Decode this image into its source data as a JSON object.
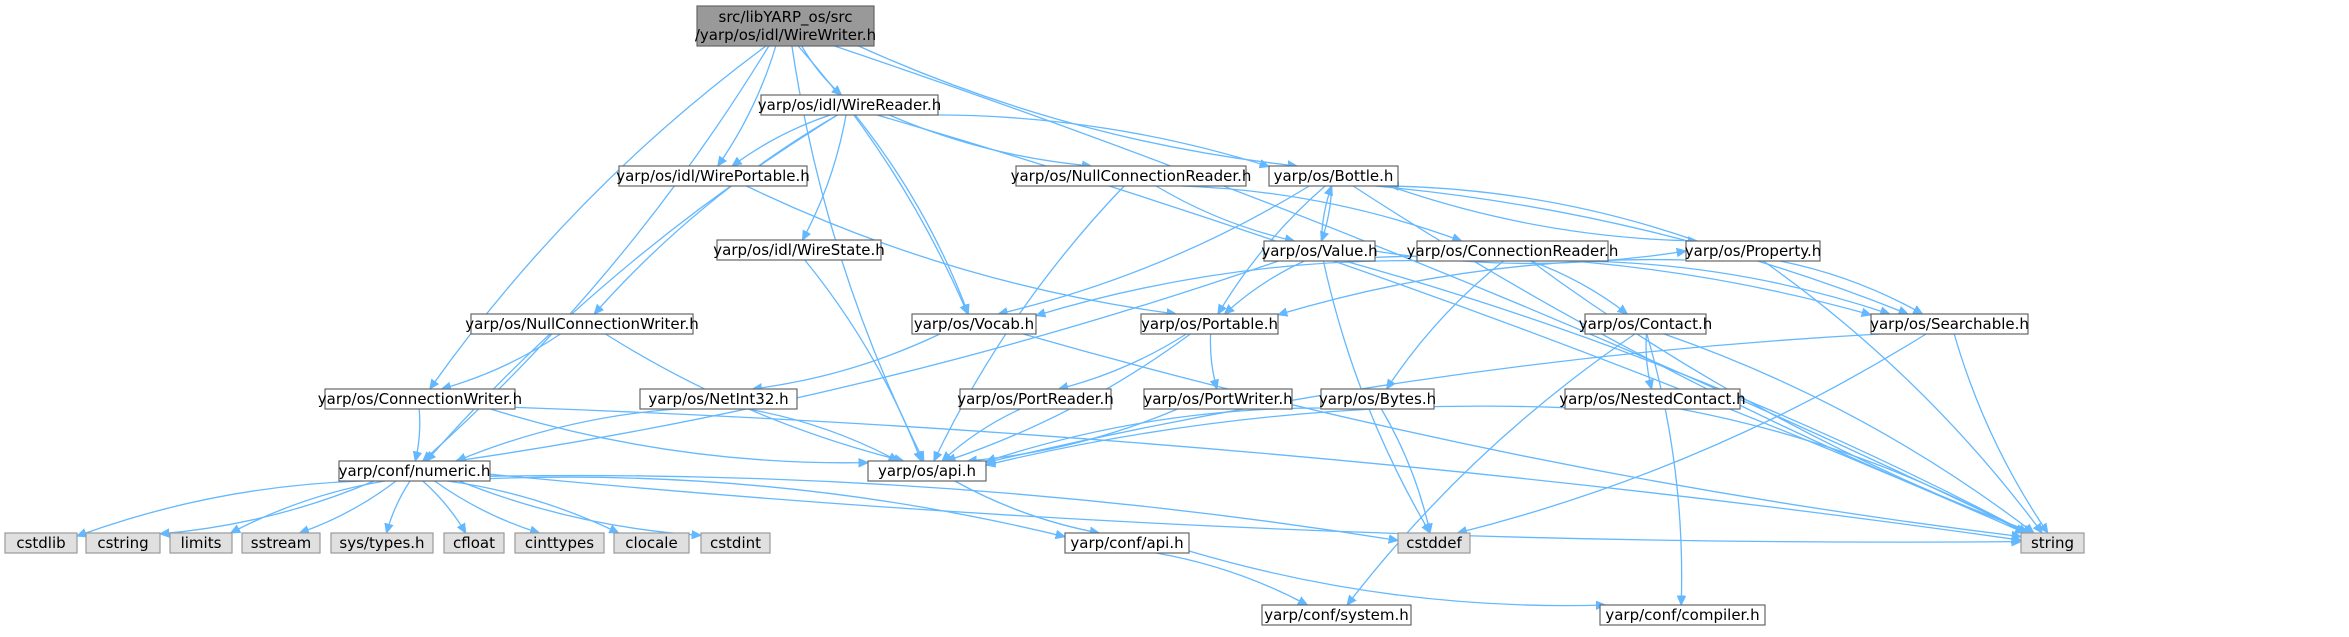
{
  "colors": {
    "edge": "#63b8ff",
    "root_fill": "#999999",
    "root_stroke": "#666666",
    "node_fill": "#ffffff",
    "node_stroke": "#666666",
    "system_fill": "#e0e0e0",
    "system_stroke": "#999999"
  },
  "nodes": [
    {
      "id": "root",
      "kind": "root",
      "lines": [
        "src/libYARP_os/src",
        "/yarp/os/idl/WireWriter.h"
      ]
    },
    {
      "id": "wirereader",
      "kind": "file",
      "lines": [
        "yarp/os/idl/WireReader.h"
      ]
    },
    {
      "id": "wireportable",
      "kind": "file",
      "lines": [
        "yarp/os/idl/WirePortable.h"
      ]
    },
    {
      "id": "wirestate",
      "kind": "file",
      "lines": [
        "yarp/os/idl/WireState.h"
      ]
    },
    {
      "id": "nullconnreader",
      "kind": "file",
      "lines": [
        "yarp/os/NullConnectionReader.h"
      ]
    },
    {
      "id": "bottle",
      "kind": "file",
      "lines": [
        "yarp/os/Bottle.h"
      ]
    },
    {
      "id": "value",
      "kind": "file",
      "lines": [
        "yarp/os/Value.h"
      ]
    },
    {
      "id": "property",
      "kind": "file",
      "lines": [
        "yarp/os/Property.h"
      ]
    },
    {
      "id": "connreader",
      "kind": "file",
      "lines": [
        "yarp/os/ConnectionReader.h"
      ]
    },
    {
      "id": "nullconnwriter",
      "kind": "file",
      "lines": [
        "yarp/os/NullConnectionWriter.h"
      ]
    },
    {
      "id": "vocab",
      "kind": "file",
      "lines": [
        "yarp/os/Vocab.h"
      ]
    },
    {
      "id": "portable",
      "kind": "file",
      "lines": [
        "yarp/os/Portable.h"
      ]
    },
    {
      "id": "contact",
      "kind": "file",
      "lines": [
        "yarp/os/Contact.h"
      ]
    },
    {
      "id": "searchable",
      "kind": "file",
      "lines": [
        "yarp/os/Searchable.h"
      ]
    },
    {
      "id": "connwriter",
      "kind": "file",
      "lines": [
        "yarp/os/ConnectionWriter.h"
      ]
    },
    {
      "id": "netint32",
      "kind": "file",
      "lines": [
        "yarp/os/NetInt32.h"
      ]
    },
    {
      "id": "portreader",
      "kind": "file",
      "lines": [
        "yarp/os/PortReader.h"
      ]
    },
    {
      "id": "portwriter",
      "kind": "file",
      "lines": [
        "yarp/os/PortWriter.h"
      ]
    },
    {
      "id": "bytes",
      "kind": "file",
      "lines": [
        "yarp/os/Bytes.h"
      ]
    },
    {
      "id": "nestedcontact",
      "kind": "file",
      "lines": [
        "yarp/os/NestedContact.h"
      ]
    },
    {
      "id": "numeric",
      "kind": "file",
      "lines": [
        "yarp/conf/numeric.h"
      ]
    },
    {
      "id": "osapi",
      "kind": "file",
      "lines": [
        "yarp/os/api.h"
      ]
    },
    {
      "id": "confapi",
      "kind": "file",
      "lines": [
        "yarp/conf/api.h"
      ]
    },
    {
      "id": "system",
      "kind": "file",
      "lines": [
        "yarp/conf/system.h"
      ]
    },
    {
      "id": "compiler",
      "kind": "file",
      "lines": [
        "yarp/conf/compiler.h"
      ]
    },
    {
      "id": "cstdlib",
      "kind": "system",
      "lines": [
        "cstdlib"
      ]
    },
    {
      "id": "cstring",
      "kind": "system",
      "lines": [
        "cstring"
      ]
    },
    {
      "id": "limits",
      "kind": "system",
      "lines": [
        "limits"
      ]
    },
    {
      "id": "sstream",
      "kind": "system",
      "lines": [
        "sstream"
      ]
    },
    {
      "id": "systypes",
      "kind": "system",
      "lines": [
        "sys/types.h"
      ]
    },
    {
      "id": "cfloat",
      "kind": "system",
      "lines": [
        "cfloat"
      ]
    },
    {
      "id": "cinttypes",
      "kind": "system",
      "lines": [
        "cinttypes"
      ]
    },
    {
      "id": "clocale",
      "kind": "system",
      "lines": [
        "clocale"
      ]
    },
    {
      "id": "cstdint",
      "kind": "system",
      "lines": [
        "cstdint"
      ]
    },
    {
      "id": "cstddef",
      "kind": "system",
      "lines": [
        "cstddef"
      ]
    },
    {
      "id": "string",
      "kind": "system",
      "lines": [
        "string"
      ]
    }
  ],
  "edges": [
    [
      "root",
      "wirereader"
    ],
    [
      "root",
      "wireportable"
    ],
    [
      "root",
      "bottle"
    ],
    [
      "root",
      "vocab"
    ],
    [
      "root",
      "connwriter"
    ],
    [
      "root",
      "numeric"
    ],
    [
      "root",
      "osapi"
    ],
    [
      "root",
      "string"
    ],
    [
      "wirereader",
      "wireportable"
    ],
    [
      "wirereader",
      "wirestate"
    ],
    [
      "wirereader",
      "nullconnreader"
    ],
    [
      "wirereader",
      "bottle"
    ],
    [
      "wirereader",
      "nullconnwriter"
    ],
    [
      "wirereader",
      "vocab"
    ],
    [
      "wirereader",
      "numeric"
    ],
    [
      "wirereader",
      "string"
    ],
    [
      "wireportable",
      "portable"
    ],
    [
      "wirestate",
      "osapi"
    ],
    [
      "nullconnreader",
      "value"
    ],
    [
      "nullconnreader",
      "connreader"
    ],
    [
      "nullconnreader",
      "osapi"
    ],
    [
      "bottle",
      "value"
    ],
    [
      "bottle",
      "property"
    ],
    [
      "bottle",
      "searchable"
    ],
    [
      "bottle",
      "portable"
    ],
    [
      "bottle",
      "vocab"
    ],
    [
      "bottle",
      "string"
    ],
    [
      "value",
      "bottle"
    ],
    [
      "value",
      "property"
    ],
    [
      "value",
      "searchable"
    ],
    [
      "value",
      "portable"
    ],
    [
      "value",
      "numeric"
    ],
    [
      "value",
      "cstddef"
    ],
    [
      "value",
      "string"
    ],
    [
      "property",
      "bottle"
    ],
    [
      "property",
      "searchable"
    ],
    [
      "property",
      "portable"
    ],
    [
      "property",
      "string"
    ],
    [
      "connreader",
      "vocab"
    ],
    [
      "connreader",
      "contact"
    ],
    [
      "connreader",
      "bytes"
    ],
    [
      "connreader",
      "searchable"
    ],
    [
      "connreader",
      "string"
    ],
    [
      "nullconnwriter",
      "connwriter"
    ],
    [
      "nullconnwriter",
      "osapi"
    ],
    [
      "vocab",
      "netint32"
    ],
    [
      "vocab",
      "string"
    ],
    [
      "portable",
      "portreader"
    ],
    [
      "portable",
      "portwriter"
    ],
    [
      "portable",
      "osapi"
    ],
    [
      "contact",
      "nestedcontact"
    ],
    [
      "contact",
      "string"
    ],
    [
      "contact",
      "system"
    ],
    [
      "contact",
      "compiler"
    ],
    [
      "searchable",
      "osapi"
    ],
    [
      "searchable",
      "cstddef"
    ],
    [
      "searchable",
      "string"
    ],
    [
      "connwriter",
      "numeric"
    ],
    [
      "connwriter",
      "osapi"
    ],
    [
      "connwriter",
      "string"
    ],
    [
      "netint32",
      "numeric"
    ],
    [
      "netint32",
      "osapi"
    ],
    [
      "portreader",
      "osapi"
    ],
    [
      "portwriter",
      "osapi"
    ],
    [
      "bytes",
      "osapi"
    ],
    [
      "bytes",
      "cstddef"
    ],
    [
      "nestedcontact",
      "osapi"
    ],
    [
      "nestedcontact",
      "string"
    ],
    [
      "numeric",
      "cstdlib"
    ],
    [
      "numeric",
      "cstring"
    ],
    [
      "numeric",
      "limits"
    ],
    [
      "numeric",
      "sstream"
    ],
    [
      "numeric",
      "systypes"
    ],
    [
      "numeric",
      "cfloat"
    ],
    [
      "numeric",
      "cinttypes"
    ],
    [
      "numeric",
      "clocale"
    ],
    [
      "numeric",
      "cstdint"
    ],
    [
      "numeric",
      "cstddef"
    ],
    [
      "numeric",
      "string"
    ],
    [
      "numeric",
      "confapi"
    ],
    [
      "osapi",
      "confapi"
    ],
    [
      "confapi",
      "system"
    ],
    [
      "confapi",
      "compiler"
    ]
  ]
}
